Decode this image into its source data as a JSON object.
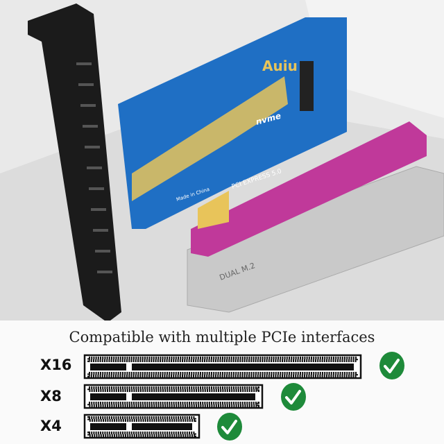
{
  "caption": "Compatible with multiple PCIe interfaces",
  "slots": [
    {
      "label": "X16",
      "compatible": true
    },
    {
      "label": "X8",
      "compatible": true
    },
    {
      "label": "X4",
      "compatible": true
    }
  ],
  "product": {
    "brand_logo": "Auiu",
    "nvme_logo": "nvme",
    "pcie_badge": "PCI EXPRESS 5.0",
    "origin_text": "Made in China",
    "heatsink_text": "DUAL M.2",
    "board_color": "#1f6fc4",
    "gold_color": "#e8c45a",
    "bracket_color": "#1b1b1b"
  },
  "colors": {
    "check": "#1e8a3a",
    "slot_riser": "#c0399a"
  },
  "icons": {
    "check": "check-circle-icon"
  }
}
